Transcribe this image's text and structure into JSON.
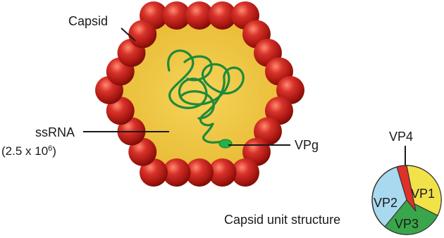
{
  "labels": {
    "capsid": "Capsid",
    "ssrna_line1": "ssRNA",
    "ssrna_line2_base": "(2.5 x 10",
    "ssrna_line2_exp": "6",
    "ssrna_line2_close": ")",
    "vpg": "VPg",
    "vp4": "VP4",
    "capsid_unit_structure": "Capsid unit structure"
  },
  "capsid_unit": {
    "segments": [
      {
        "name": "VP1",
        "color": "#f2e24a"
      },
      {
        "name": "VP2",
        "color": "#a9d9ef"
      },
      {
        "name": "VP3",
        "color": "#3aa64b"
      },
      {
        "name": "VP4",
        "color": "#e0302a"
      }
    ]
  },
  "colors": {
    "capsomere": "#c0201b",
    "interior": "#e8bf3a",
    "rna": "#1f8a3a",
    "vpg": "#24b04a"
  }
}
